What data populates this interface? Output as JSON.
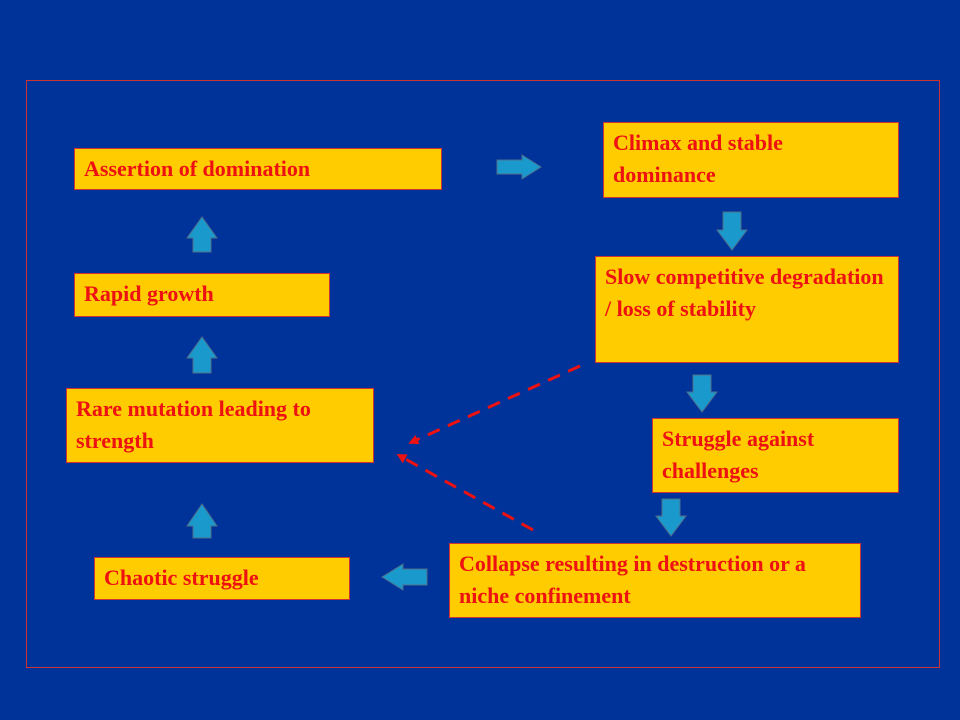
{
  "colors": {
    "background": "#003399",
    "box_fill": "#ffcc00",
    "box_border": "#cc3333",
    "text": "#ee1111",
    "arrow_fill": "#1a99cc",
    "arrow_stroke": "#4d6e8c",
    "dashed_arrow": "#ee1111"
  },
  "nodes": {
    "assertion": "Assertion of domination",
    "climax": "Climax and stable dominance",
    "rapid_growth": "Rapid growth",
    "slow_degradation": "Slow competitive degradation / loss of stability",
    "rare_mutation": "Rare mutation leading to strength",
    "struggle_challenges": "Struggle against challenges",
    "chaotic": "Chaotic struggle",
    "collapse": "Collapse resulting in destruction or a niche confinement"
  },
  "edges": [
    {
      "from": "chaotic",
      "to": "rare_mutation",
      "style": "block-arrow"
    },
    {
      "from": "rare_mutation",
      "to": "rapid_growth",
      "style": "block-arrow"
    },
    {
      "from": "rapid_growth",
      "to": "assertion",
      "style": "block-arrow"
    },
    {
      "from": "assertion",
      "to": "climax",
      "style": "block-arrow"
    },
    {
      "from": "climax",
      "to": "slow_degradation",
      "style": "block-arrow"
    },
    {
      "from": "slow_degradation",
      "to": "struggle_challenges",
      "style": "block-arrow"
    },
    {
      "from": "struggle_challenges",
      "to": "collapse",
      "style": "block-arrow"
    },
    {
      "from": "collapse",
      "to": "chaotic",
      "style": "block-arrow"
    },
    {
      "from": "slow_degradation",
      "to": "rare_mutation",
      "style": "dashed"
    },
    {
      "from": "collapse",
      "to": "rare_mutation",
      "style": "dashed"
    }
  ]
}
